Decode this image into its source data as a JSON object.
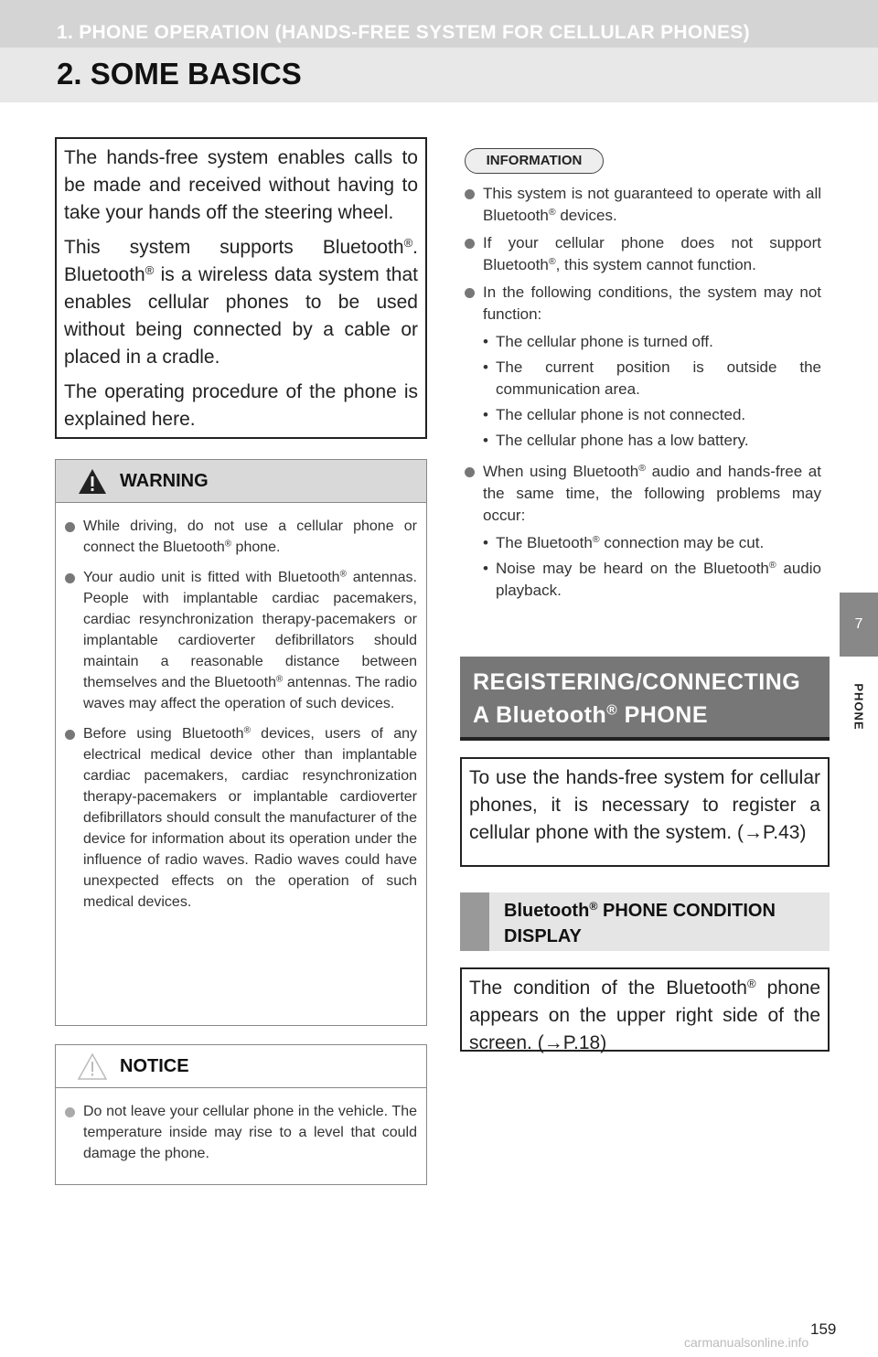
{
  "header": {
    "section_title": "1. PHONE OPERATION (HANDS-FREE SYSTEM FOR CELLULAR PHONES)",
    "page_heading": "2. SOME BASICS"
  },
  "side_tab": {
    "number": "7",
    "label": "PHONE"
  },
  "intro": {
    "p1": "The hands-free system enables calls to be made and received without having to take your hands off the steering wheel.",
    "p2_a": "This system supports Bluetooth",
    "p2_b": ". Bluetooth",
    "p2_c": " is a wireless data system that enables cellular phones to be used without being connected by a cable or placed in a cradle.",
    "p3": "The operating procedure of the phone is explained here."
  },
  "symbols": {
    "registered": "®",
    "arrow": "→"
  },
  "warning": {
    "title": "WARNING",
    "b1_a": "While driving, do not use a cellular phone or connect the Bluetooth",
    "b1_b": " phone.",
    "b2_a": "Your audio unit is fitted with Bluetooth",
    "b2_b": " antennas. People with implantable cardiac pacemakers, cardiac resynchronization therapy-pacemakers or implantable cardioverter defibrillators should maintain a reasonable distance between themselves and the Bluetooth",
    "b2_c": " antennas. The radio waves may affect the operation of such devices.",
    "b3_a": "Before using Bluetooth",
    "b3_b": " devices, users of any electrical medical device other than implantable cardiac pacemakers, cardiac resynchronization therapy-pacemakers or implantable cardioverter defibrillators should consult the manufacturer of the device for information about its operation under the influence of radio waves. Radio waves could have unexpected effects on the operation of such medical devices."
  },
  "notice": {
    "title": "NOTICE",
    "b1": "Do not leave your cellular phone in the vehicle. The temperature inside may rise to a level that could damage the phone."
  },
  "information": {
    "tag": "INFORMATION",
    "b1_a": "This system is not guaranteed to operate with all Bluetooth",
    "b1_b": " devices.",
    "b2_a": "If your cellular phone does not support Bluetooth",
    "b2_b": ", this system cannot function.",
    "b3": "In the following conditions, the system may not function:",
    "b3_subs": [
      "The cellular phone is turned off.",
      "The current position is outside the communication area.",
      "The cellular phone is not connected.",
      "The cellular phone has a low battery."
    ],
    "b4_a": "When using Bluetooth",
    "b4_b": " audio and hands-free at the same time, the following problems may occur:",
    "b4_sub1_a": "The Bluetooth",
    "b4_sub1_b": " connection may be cut.",
    "b4_sub2_a": "Noise may be heard on the Bluetooth",
    "b4_sub2_b": " audio playback.",
    "sub_marker": "•"
  },
  "registering": {
    "heading_line1": "REGISTERING/CONNECTING",
    "heading_line2_a": "A Bluetooth",
    "heading_line2_b": " PHONE",
    "body_a": "To use the hands-free system for cellular phones, it is necessary to register a cellular phone with the system. (",
    "body_ref": "P.43",
    "body_b": ")"
  },
  "condition": {
    "heading_a": "Bluetooth",
    "heading_b": " PHONE CONDITION",
    "heading_c": "DISPLAY",
    "body_a": "The condition of the Bluetooth",
    "body_b": " phone appears on the upper right side of the screen. (",
    "body_ref": "P.18",
    "body_c": ")"
  },
  "footer": {
    "page_number": "159",
    "watermark": "carmanualsonline.info"
  }
}
